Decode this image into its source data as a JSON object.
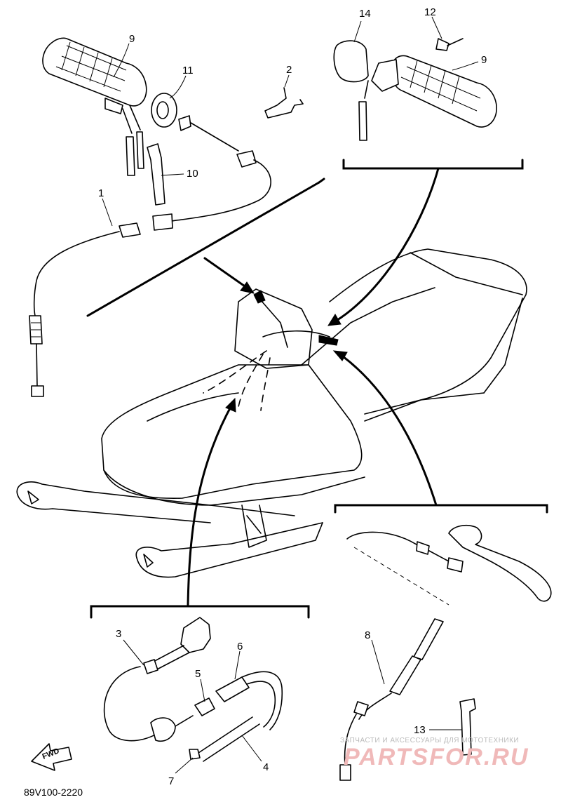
{
  "diagram_code": "89V100-2220",
  "fwd_label": "FWD",
  "watermark": {
    "line1": "ЗАПЧАСТИ И АКСЕССУАРЫ ДЛЯ МОТОТЕХНИКИ",
    "line2": "PARTSFOR.RU"
  },
  "callouts": {
    "p1": "1",
    "p2": "2",
    "p3": "3",
    "p4": "4",
    "p5": "5",
    "p6": "6",
    "p7": "7",
    "p8": "8",
    "p9_left": "9",
    "p9_right": "9",
    "p10": "10",
    "p11": "11",
    "p12": "12",
    "p13": "13",
    "p14": "14"
  },
  "colors": {
    "line": "#000000",
    "background": "#ffffff",
    "watermark": "#f0b9b9"
  }
}
